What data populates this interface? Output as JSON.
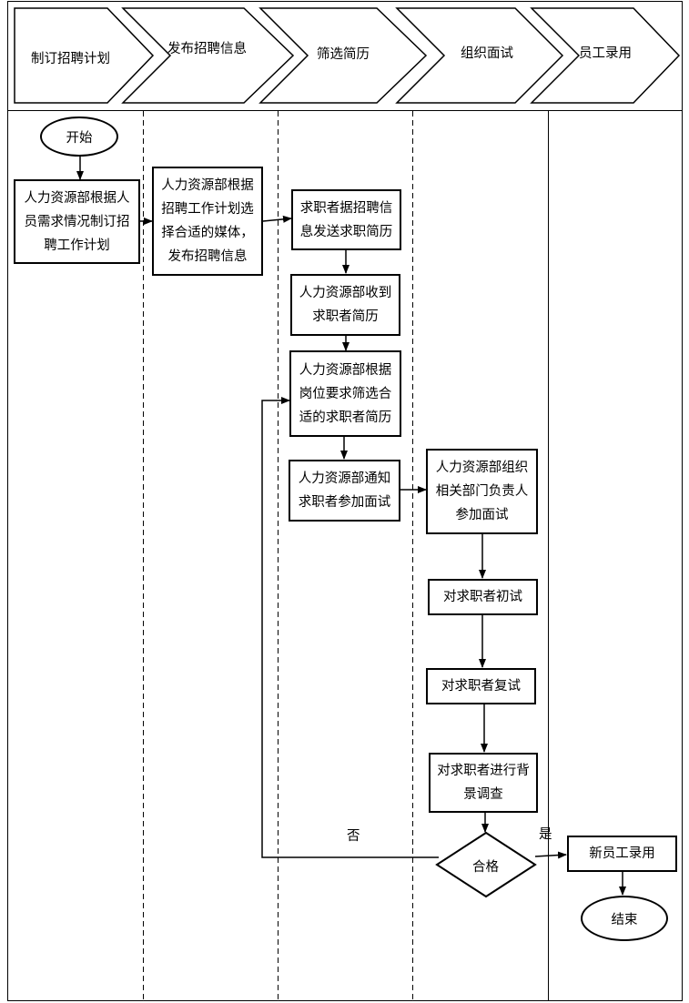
{
  "lanes": [
    "制订招聘计划",
    "发布招聘信息",
    "筛选简历",
    "组织面试",
    "员工录用"
  ],
  "nodes": {
    "start": "开始",
    "make_plan": "人力资源部根据人员需求情况制订招聘工作计划",
    "publish": "人力资源部根据招聘工作计划选择合适的媒体，发布招聘信息",
    "send_resume": "求职者据招聘信息发送求职简历",
    "receive_resume": "人力资源部收到求职者简历",
    "screen_resume": "人力资源部根据岗位要求筛选合适的求职者简历",
    "notify": "人力资源部通知求职者参加面试",
    "organize": "人力资源部组织相关部门负责人参加面试",
    "first_interview": "对求职者初试",
    "second_interview": "对求职者复试",
    "background": "对求职者进行背景调查",
    "qualified": "合格",
    "hire": "新员工录用",
    "end": "结束"
  },
  "edge_labels": {
    "no": "否",
    "yes": "是"
  }
}
